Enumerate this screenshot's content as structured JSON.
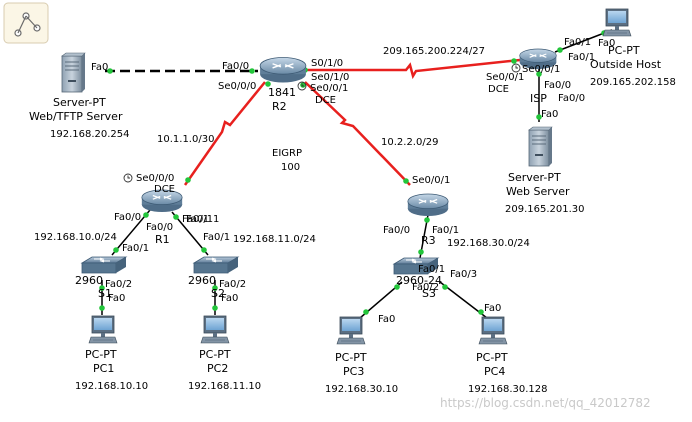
{
  "toolbar": {
    "icon": "network-topology-icon"
  },
  "devices": {
    "r2": {
      "name": "R2",
      "model": "1841"
    },
    "r1": {
      "name": "R1"
    },
    "r3": {
      "name": "R3"
    },
    "isp": {
      "name": "ISP"
    },
    "s1": {
      "name": "S1",
      "model": "2960"
    },
    "s2": {
      "name": "S2",
      "model": "2960"
    },
    "s3": {
      "name": "S3",
      "model": "2960-24"
    },
    "web_tftp": {
      "type": "Server-PT",
      "name": "Web/TFTP Server",
      "ip": "192.168.20.254"
    },
    "web": {
      "type": "Server-PT",
      "name": "Web Server",
      "ip": "209.165.201.30"
    },
    "outside": {
      "type": "PC-PT",
      "name": "Outside Host",
      "ip": "209.165.202.158"
    },
    "pc1": {
      "type": "PC-PT",
      "name": "PC1",
      "ip": "192.168.10.10"
    },
    "pc2": {
      "type": "PC-PT",
      "name": "PC2",
      "ip": "192.168.11.10"
    },
    "pc3": {
      "type": "PC-PT",
      "name": "PC3",
      "ip": "192.168.30.10"
    },
    "pc4": {
      "type": "PC-PT",
      "name": "PC4",
      "ip": "192.168.30.128"
    }
  },
  "interfaces": {
    "fa0": "Fa0",
    "fa00": "Fa0/0",
    "fa01": "Fa0/1",
    "fa02": "Fa0/2",
    "fa03": "Fa0/3",
    "fa011": "Fa0/11",
    "se000": "Se0/0/0",
    "se001": "Se0/0/1",
    "s010": "S0/1/0",
    "se010": "Se0/1/0",
    "se001_isp": "Se0/0/1",
    "dce": "DCE"
  },
  "networks": {
    "n_r1_r2": "10.1.1.0/30",
    "n_r2_r3": "10.2.2.0/29",
    "n_r2_isp": "209.165.200.224/27",
    "n_s1": "192.168.10.0/24",
    "n_s2": "192.168.11.0/24",
    "n_s3": "192.168.30.0/24",
    "eigrp": "EIGRP",
    "eigrp_as": "100"
  },
  "colors": {
    "serial": "#e8201e",
    "ethernet": "#000000",
    "link_up": "#22c53a"
  },
  "watermark": "https://blog.csdn.net/qq_42012782"
}
